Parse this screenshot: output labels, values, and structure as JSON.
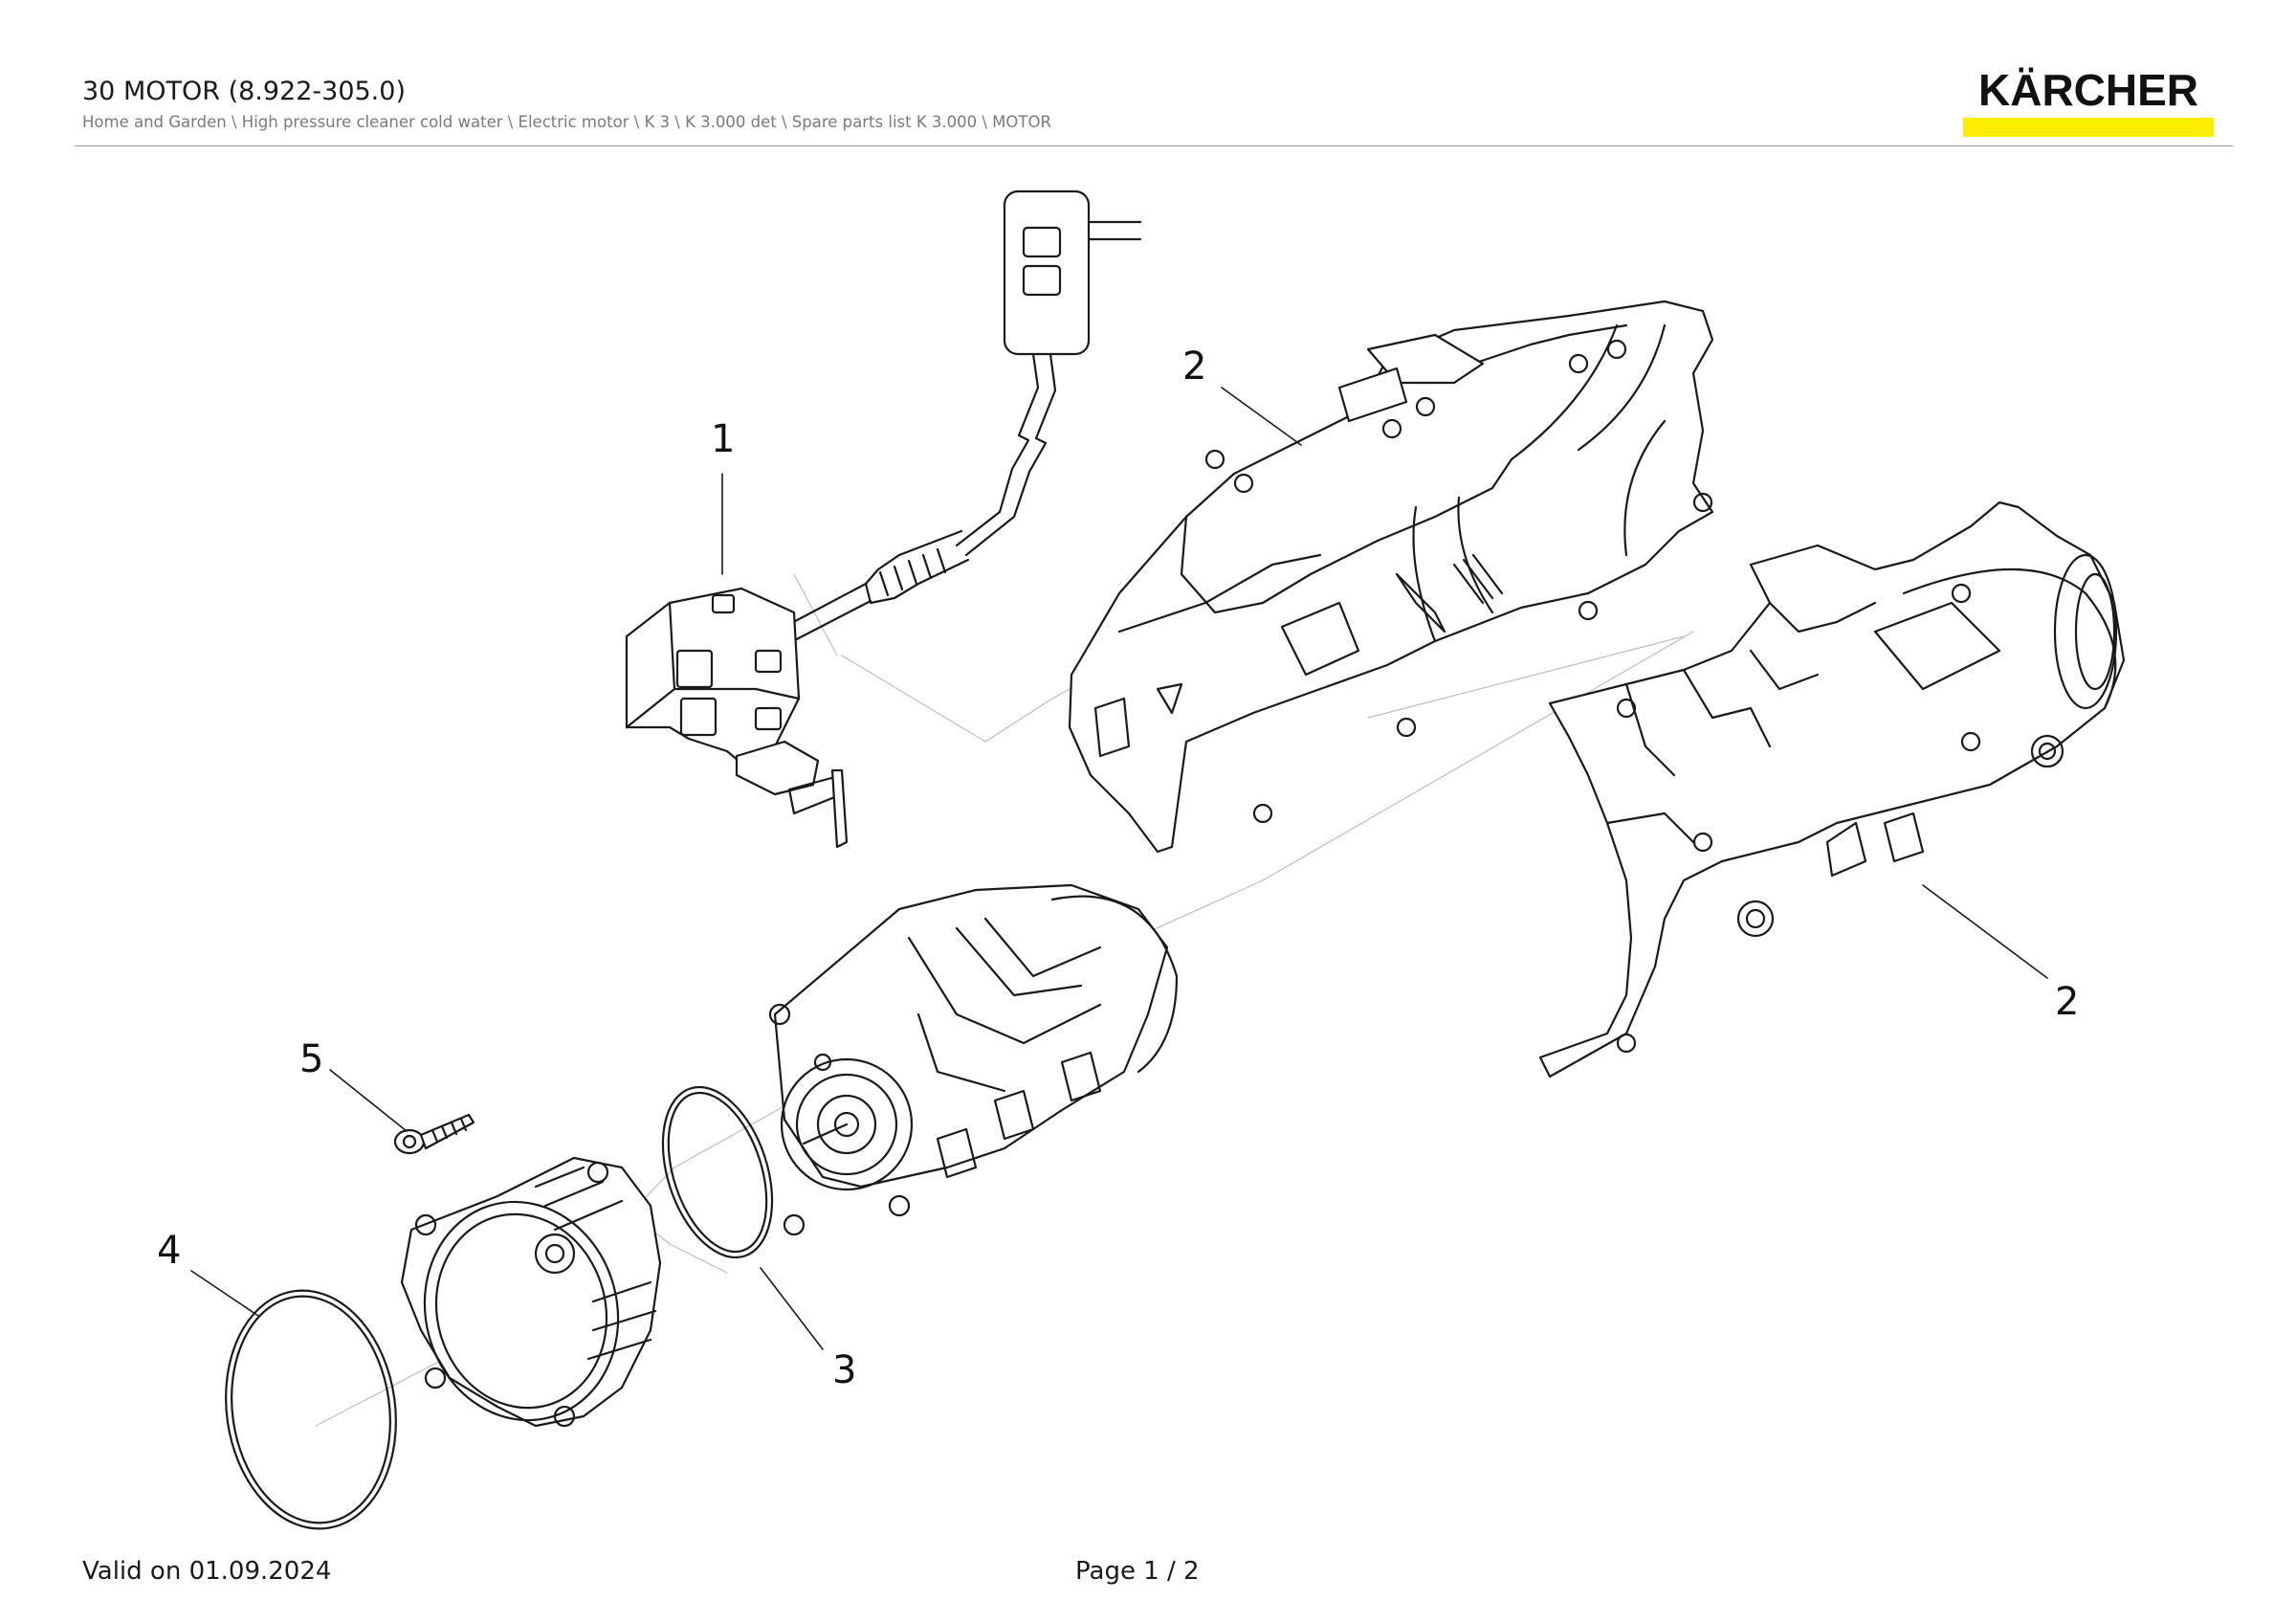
{
  "header": {
    "title": "30 MOTOR (8.922-305.0)",
    "breadcrumb": "Home and Garden \\ High pressure cleaner cold water \\ Electric motor \\ K 3 \\ K 3.000 det \\ Spare parts list K 3.000 \\ MOTOR"
  },
  "logo": {
    "text": "KÄRCHER",
    "bar_color": "#ffed00"
  },
  "diagram": {
    "callouts": [
      "1",
      "2",
      "2",
      "3",
      "4",
      "5"
    ]
  },
  "footer": {
    "valid_on": "Valid on 01.09.2024",
    "page": "Page 1 / 2"
  }
}
